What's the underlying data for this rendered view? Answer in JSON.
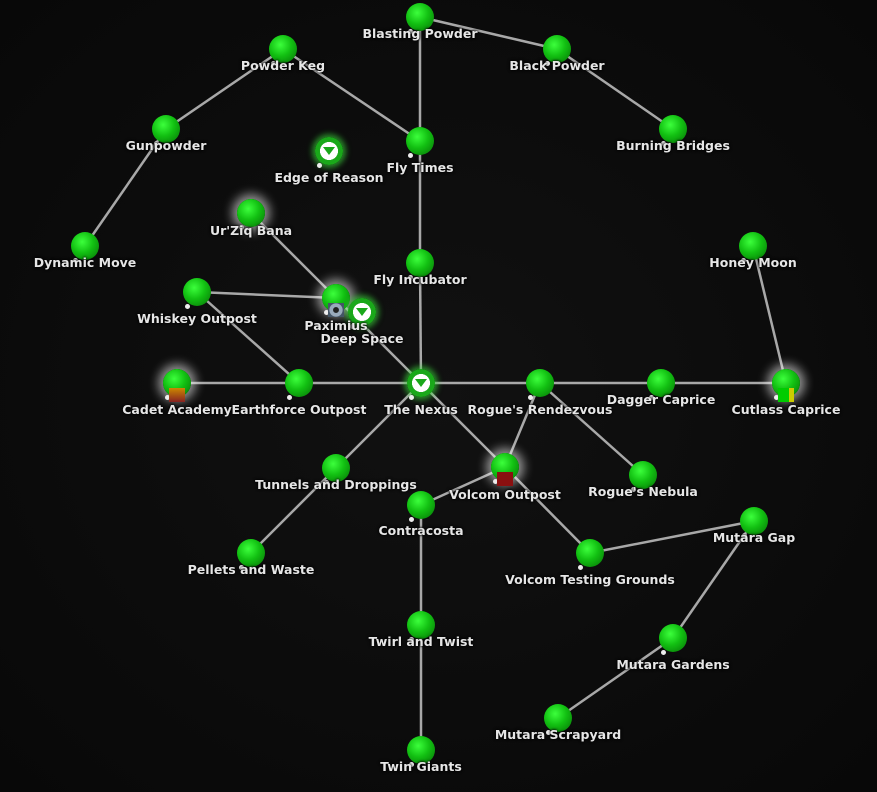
{
  "map": {
    "nodes": [
      {
        "name": "Blasting Powder"
      },
      {
        "name": "Black Powder"
      },
      {
        "name": "Powder Keg"
      },
      {
        "name": "Gunpowder"
      },
      {
        "name": "Fly Times"
      },
      {
        "name": "Burning Bridges"
      },
      {
        "name": "Edge of Reason",
        "icon": "waypoint-down-arrow-icon"
      },
      {
        "name": "Ur'Ziq Bana"
      },
      {
        "name": "Dynamic Move"
      },
      {
        "name": "Fly Incubator"
      },
      {
        "name": "Honey Moon"
      },
      {
        "name": "Whiskey Outpost"
      },
      {
        "name": "Paximius",
        "icon": "eye-icon"
      },
      {
        "name": "Deep Space",
        "icon": "waypoint-down-arrow-icon"
      },
      {
        "name": "Cadet Academy",
        "icon": "faction-emblem-icon"
      },
      {
        "name": "Earthforce Outpost"
      },
      {
        "name": "The Nexus",
        "icon": "waypoint-down-arrow-icon"
      },
      {
        "name": "Rogue's Rendezvous"
      },
      {
        "name": "Dagger Caprice"
      },
      {
        "name": "Cutlass Caprice",
        "icon": "station-flag-icon"
      },
      {
        "name": "Tunnels and Droppings"
      },
      {
        "name": "Volcom Outpost",
        "icon": "skull-crossbones-icon"
      },
      {
        "name": "Rogue's Nebula"
      },
      {
        "name": "Contracosta"
      },
      {
        "name": "Mutara Gap"
      },
      {
        "name": "Pellets and Waste"
      },
      {
        "name": "Volcom Testing Grounds"
      },
      {
        "name": "Twirl and Twist"
      },
      {
        "name": "Mutara Gardens"
      },
      {
        "name": "Mutara Scrapyard"
      },
      {
        "name": "Twin Giants"
      }
    ],
    "edges": [
      [
        0,
        1
      ],
      [
        1,
        5
      ],
      [
        0,
        4
      ],
      [
        2,
        4
      ],
      [
        2,
        3
      ],
      [
        3,
        8
      ],
      [
        4,
        9
      ],
      [
        9,
        16
      ],
      [
        7,
        12
      ],
      [
        11,
        12
      ],
      [
        12,
        16
      ],
      [
        11,
        15
      ],
      [
        14,
        15
      ],
      [
        15,
        16
      ],
      [
        16,
        17
      ],
      [
        17,
        18
      ],
      [
        18,
        19
      ],
      [
        19,
        10
      ],
      [
        17,
        22
      ],
      [
        17,
        21
      ],
      [
        16,
        21
      ],
      [
        16,
        20
      ],
      [
        20,
        25
      ],
      [
        21,
        23
      ],
      [
        21,
        26
      ],
      [
        26,
        24
      ],
      [
        24,
        28
      ],
      [
        28,
        29
      ],
      [
        23,
        27
      ],
      [
        27,
        30
      ]
    ]
  },
  "colors": {
    "node": "#12c012",
    "edge": "#cfcfcf",
    "background": "#0b0b0b"
  }
}
